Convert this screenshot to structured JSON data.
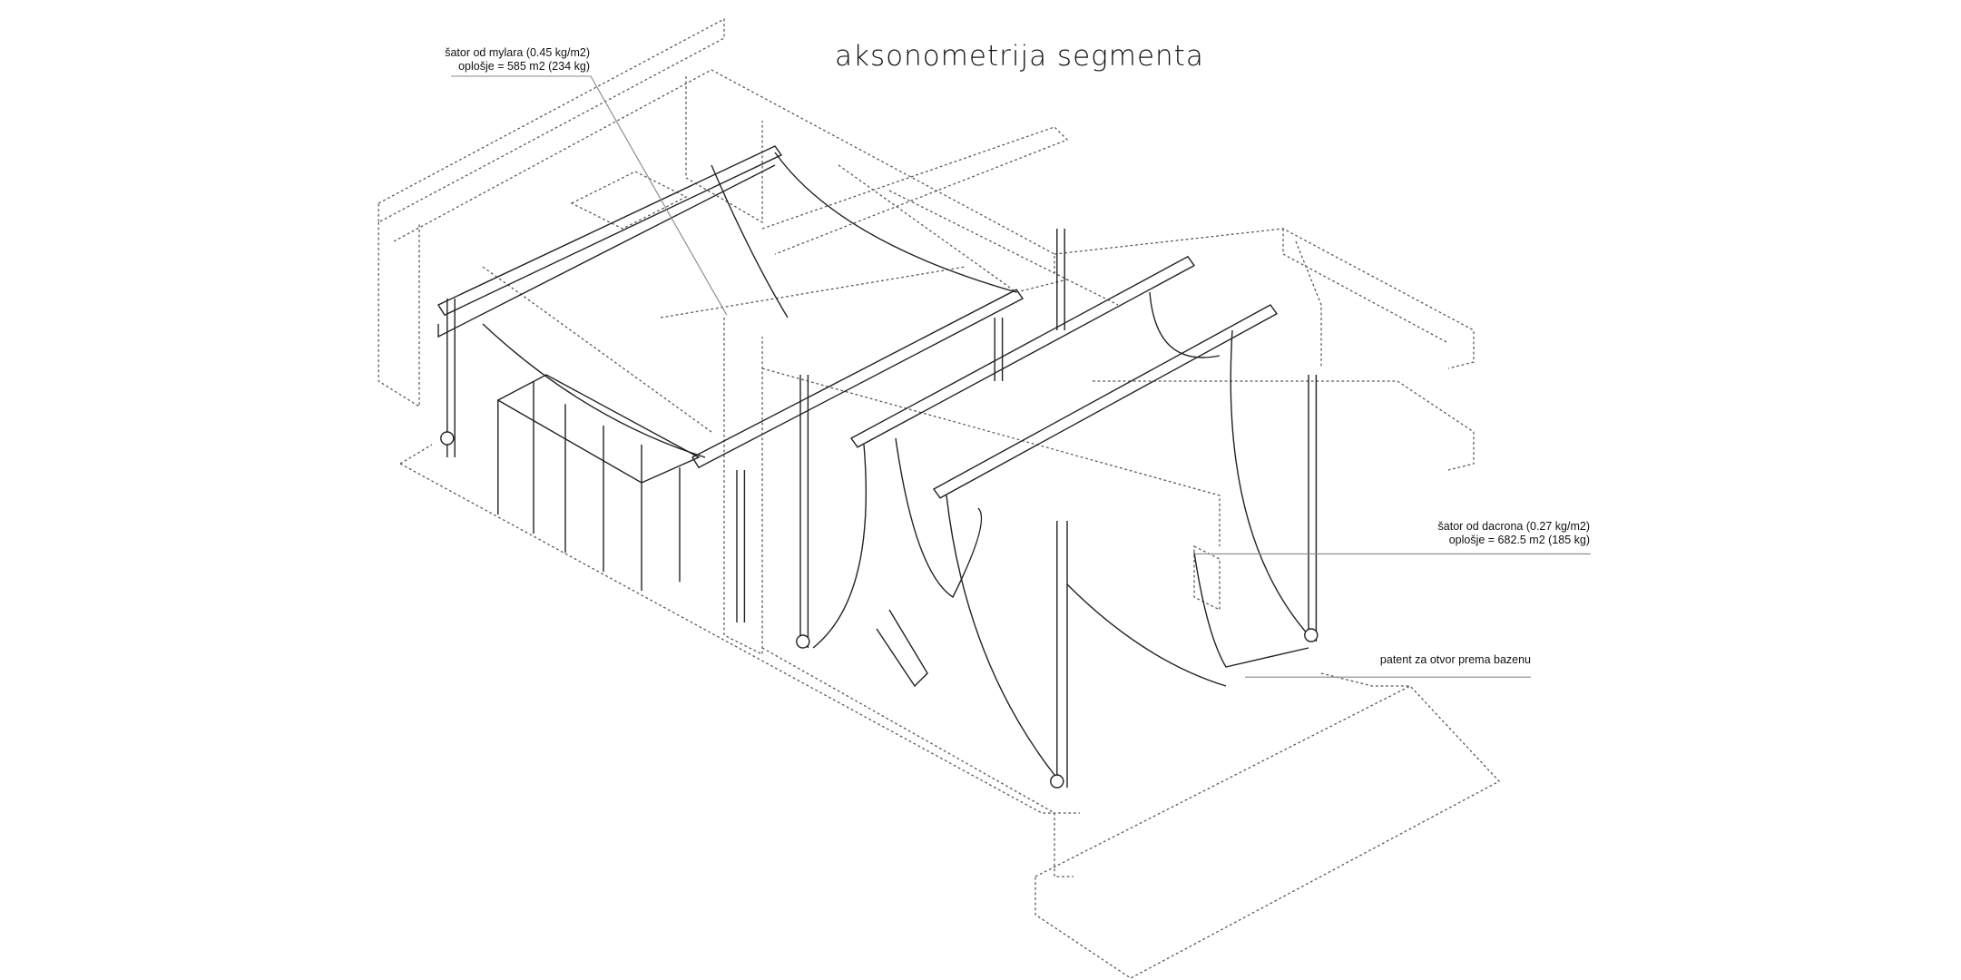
{
  "title": "aksonometrija segmenta",
  "annotations": {
    "mylar": {
      "line1": "šator od mylara (0.45 kg/m2)",
      "line2": "oplošje = 585 m2 (234 kg)"
    },
    "dacron": {
      "line1": "šator od dacrona (0.27 kg/m2)",
      "line2": "oplošje = 682.5 m2 (185 kg)"
    },
    "patent": {
      "line1": "patent za otvor prema bazenu"
    }
  },
  "colors": {
    "line": "#222222",
    "dashed": "#555555",
    "leader": "#888888"
  }
}
